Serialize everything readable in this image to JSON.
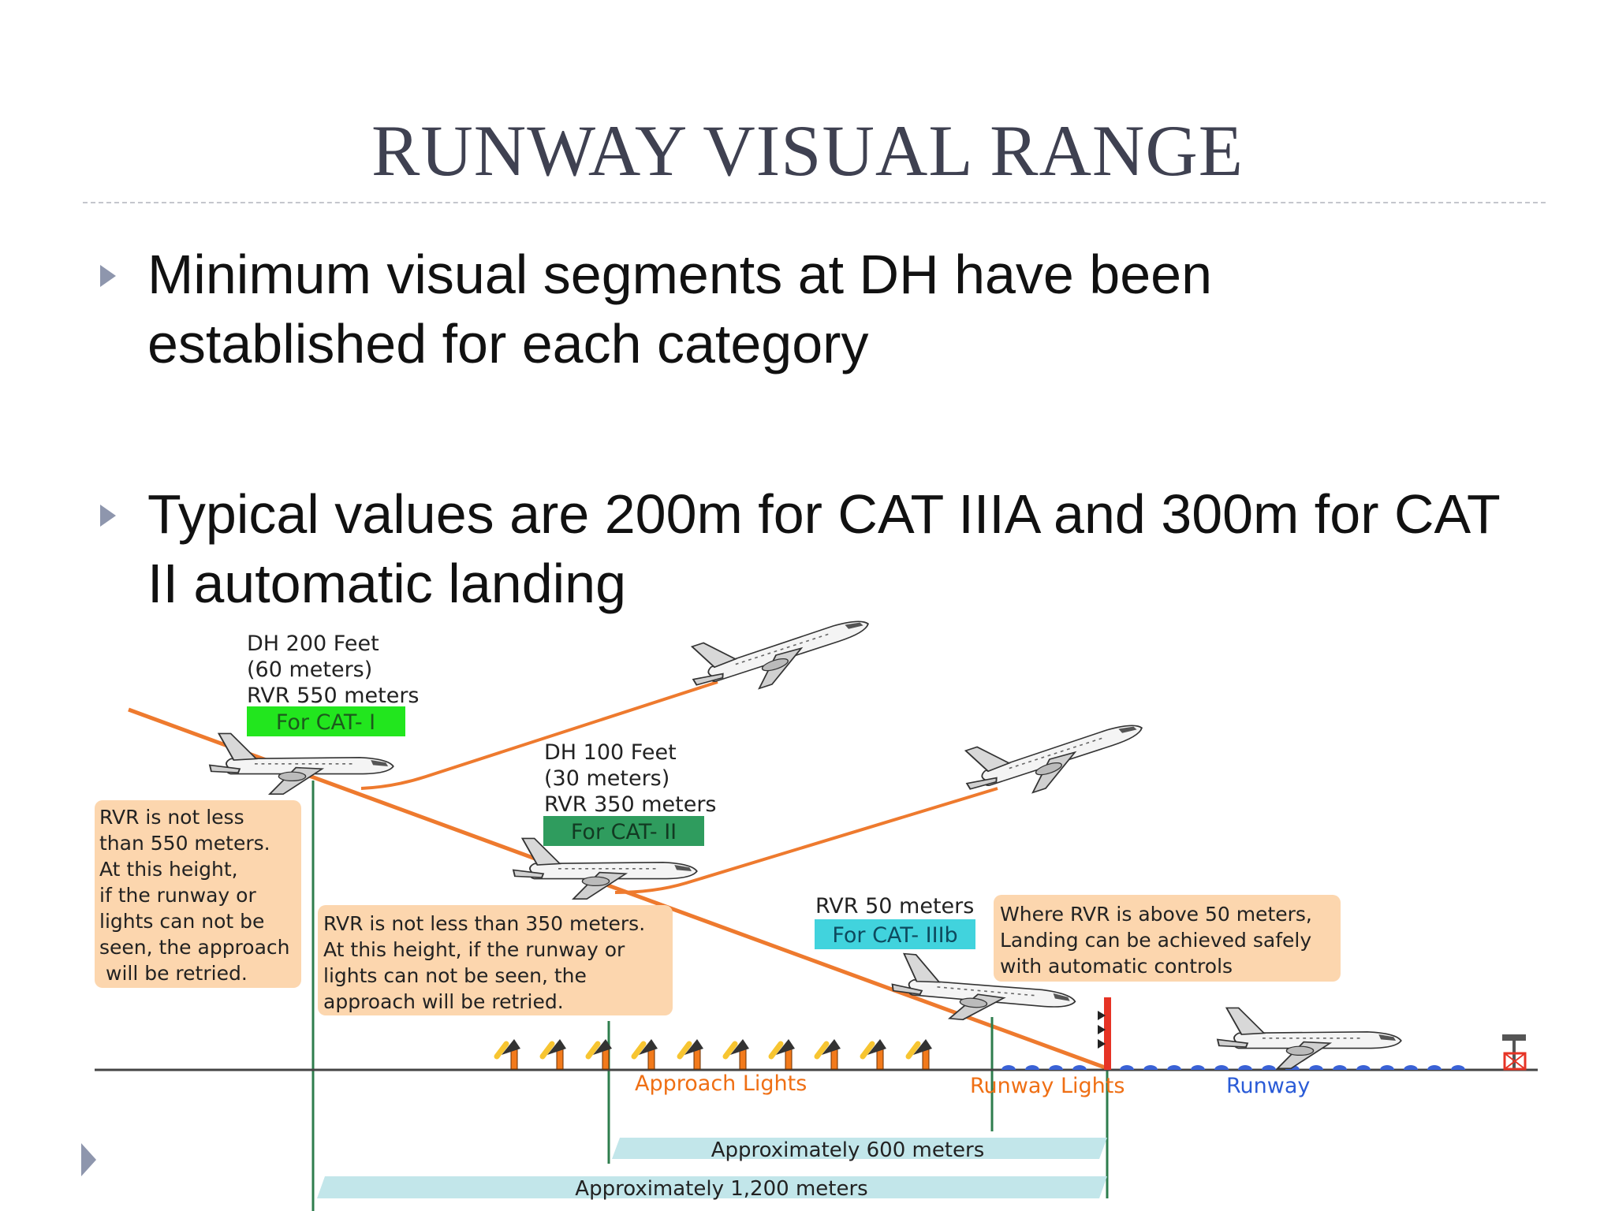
{
  "slide": {
    "title": "RUNWAY VISUAL RANGE",
    "bullets": [
      "Minimum visual segments at DH have been established for each category",
      "Typical values are 200m for CAT IIIA and 300m for CAT II automatic landing"
    ]
  },
  "diagram": {
    "cat1": {
      "dh": [
        "DH 200 Feet",
        "(60 meters)",
        "RVR 550 meters"
      ],
      "badge": "For CAT- I",
      "note": [
        "RVR is not less",
        "than 550 meters.",
        "At this height,",
        "if the runway or",
        "lights can not be",
        "seen, the approach",
        "will be retried."
      ]
    },
    "cat2": {
      "dh": [
        "DH 100 Feet",
        "(30 meters)",
        "RVR 350 meters"
      ],
      "badge": "For CAT- II",
      "note": [
        "RVR is not less than 350 meters.",
        "At this height, if the runway or",
        "lights can not be seen, the",
        "approach will be retried."
      ]
    },
    "cat3b": {
      "rvr": "RVR 50 meters",
      "badge": "For CAT- IIIb",
      "note": [
        "Where RVR is above 50 meters,",
        "Landing can be achieved safely",
        "with automatic controls"
      ]
    },
    "ground_labels": {
      "approach_lights": "Approach Lights",
      "runway_lights": "Runway Lights",
      "runway": "Runway"
    },
    "distances": {
      "d600": "Approximately 600 meters",
      "d1200": "Approximately 1,200 meters"
    },
    "colors": {
      "glide_path": "#ee7a2e",
      "note_fill": "#fcd6ae",
      "cat1_badge": "#22e61e",
      "cat2_badge": "#2f9c5e",
      "cat3b_badge": "#41d3dd",
      "distance_bar": "#c2e6ea",
      "approach_label": "#ef6f14",
      "runway_label": "#2a5bd7"
    }
  }
}
